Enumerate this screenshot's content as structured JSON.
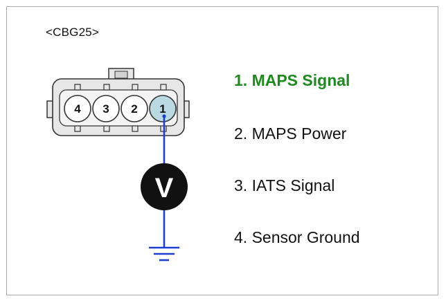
{
  "connector": {
    "id": "<CBG25>"
  },
  "pins": [
    {
      "number": "1",
      "label": "1. MAPS Signal",
      "active": true
    },
    {
      "number": "2",
      "label": "2. MAPS Power",
      "active": false
    },
    {
      "number": "3",
      "label": "3. IATS Signal",
      "active": false
    },
    {
      "number": "4",
      "label": "4. Sensor Ground",
      "active": false
    }
  ],
  "meter": {
    "symbol": "V"
  },
  "colors": {
    "active_label": "#1e8a1e",
    "probe_wire": "#1a3fd1",
    "active_pin_fill": "#b9d9e3",
    "pin_fill": "#ffffff",
    "connector_fill": "#e7e7e7",
    "meter_fill": "#111111",
    "meter_text": "#ffffff"
  }
}
